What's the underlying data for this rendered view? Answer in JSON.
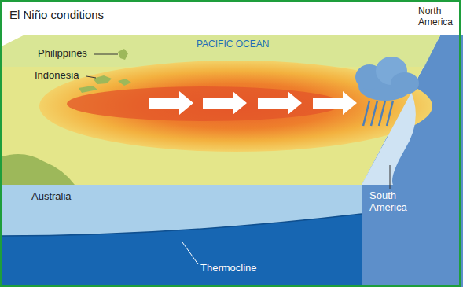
{
  "diagram": {
    "title": "El Niño conditions",
    "labels": [
      "PACIFIC OCEAN",
      "Philippines",
      "Indonesia",
      "North America",
      "Australia",
      "South America",
      "Thermocline"
    ]
  }
}
